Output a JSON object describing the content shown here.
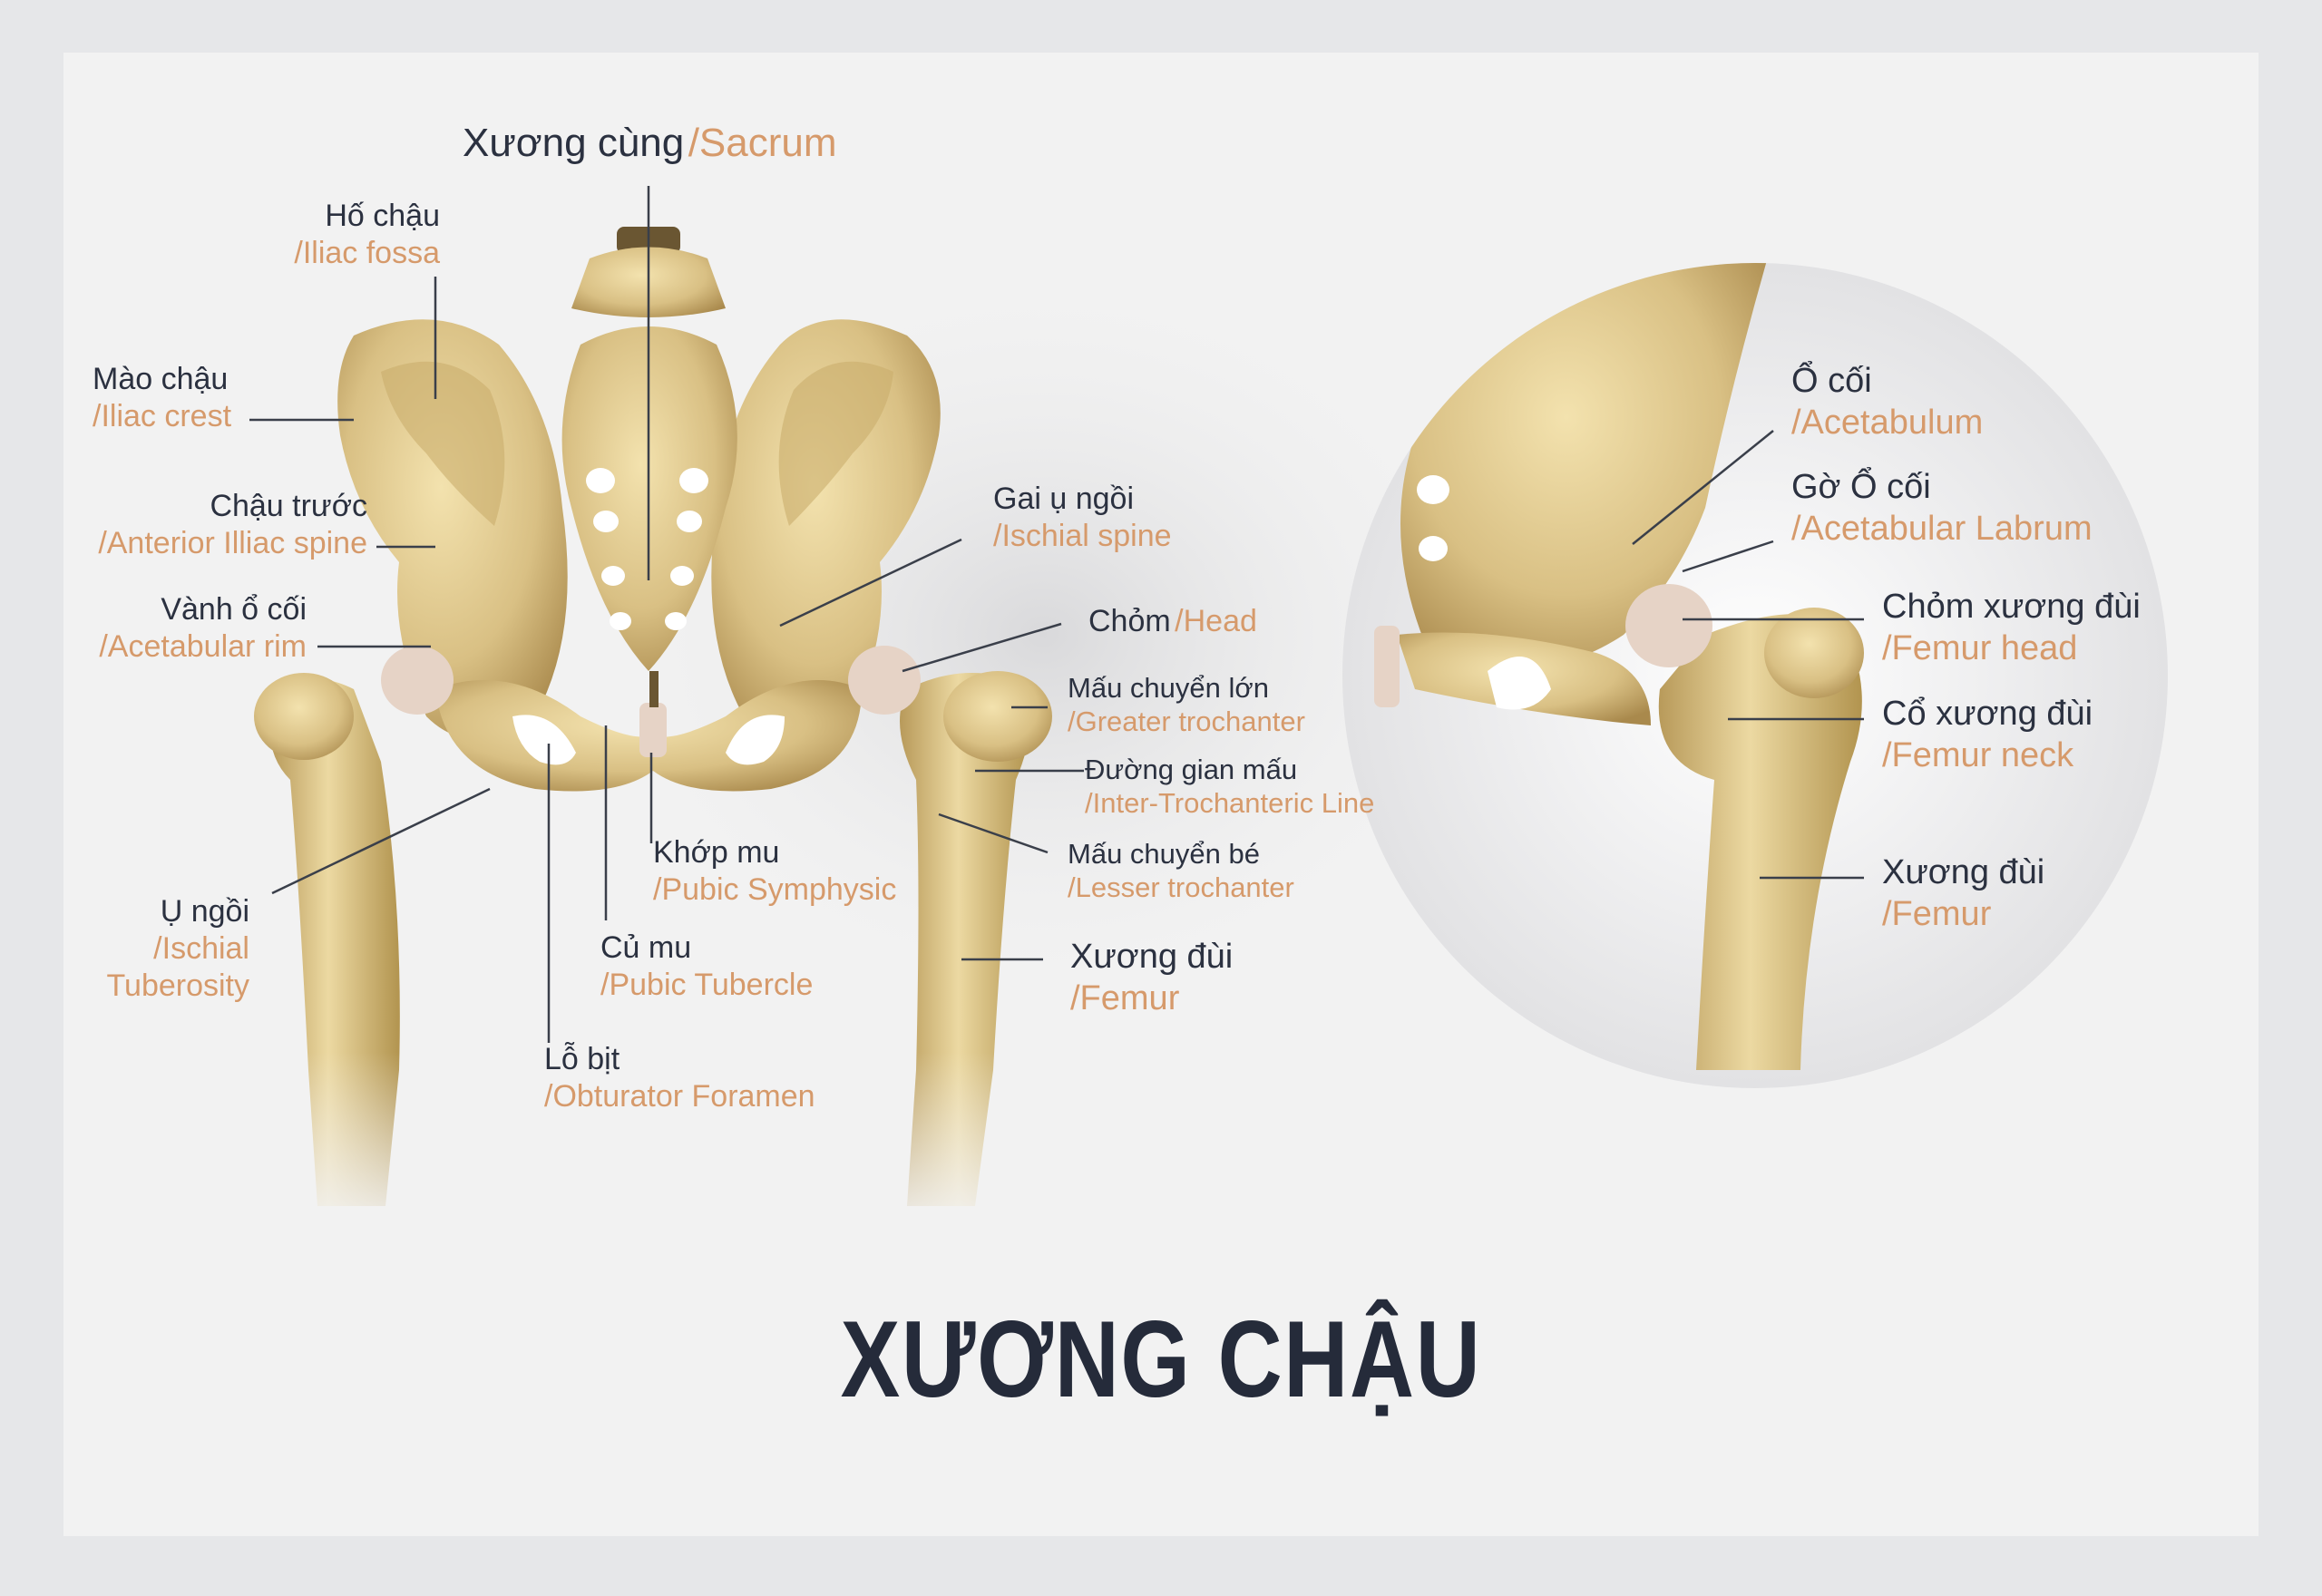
{
  "title": "XƯƠNG CHẬU",
  "colors": {
    "bone": "#dcc690",
    "bone_shadow": "#a88b4e",
    "cartilage": "#e6d3c6",
    "label_vi": "#2b3140",
    "label_en": "#d69a6b",
    "leader": "#3a3f4a"
  },
  "labels": {
    "sacrum": {
      "vi": "Xương cùng",
      "en": "/Sacrum"
    },
    "iliac_fossa": {
      "vi": "Hố chậu",
      "en": "/Iliac fossa"
    },
    "iliac_crest": {
      "vi": "Mào chậu",
      "en": "/Iliac crest"
    },
    "anterior_iliac_spine": {
      "vi": "Chậu trước",
      "en": "/Anterior Illiac spine"
    },
    "acetabular_rim": {
      "vi": "Vành ổ cối",
      "en": "/Acetabular rim"
    },
    "ischial_tuberosity": {
      "vi": "Ụ ngồi",
      "en1": "/Ischial",
      "en2": "Tuberosity"
    },
    "obturator_foramen": {
      "vi": "Lỗ bịt",
      "en": "/Obturator Foramen"
    },
    "pubic_tubercle": {
      "vi": "Củ mu",
      "en": "/Pubic Tubercle"
    },
    "pubic_symphysis": {
      "vi": "Khớp mu",
      "en": "/Pubic Symphysic"
    },
    "ischial_spine": {
      "vi": "Gai ụ ngồi",
      "en": "/Ischial spine"
    },
    "head": {
      "vi": "Chỏm",
      "en": "/Head"
    },
    "greater_trochanter": {
      "vi": "Mấu chuyển lớn",
      "en": "/Greater trochanter"
    },
    "inter_trochanteric_line": {
      "vi": "Đường gian mấu",
      "en": "/Inter-Trochanteric Line"
    },
    "lesser_trochanter": {
      "vi": "Mấu chuyển bé",
      "en": "/Lesser trochanter"
    },
    "femur_left": {
      "vi": "Xương đùi",
      "en": "/Femur"
    },
    "acetabulum": {
      "vi": "Ổ cối",
      "en": "/Acetabulum"
    },
    "acetabular_labrum": {
      "vi": "Gờ Ổ cối",
      "en": "/Acetabular Labrum"
    },
    "femur_head": {
      "vi": "Chỏm xương đùi",
      "en": "/Femur head"
    },
    "femur_neck": {
      "vi": "Cổ xương đùi",
      "en": "/Femur neck"
    },
    "femur_right": {
      "vi": "Xương đùi",
      "en": "/Femur"
    }
  }
}
